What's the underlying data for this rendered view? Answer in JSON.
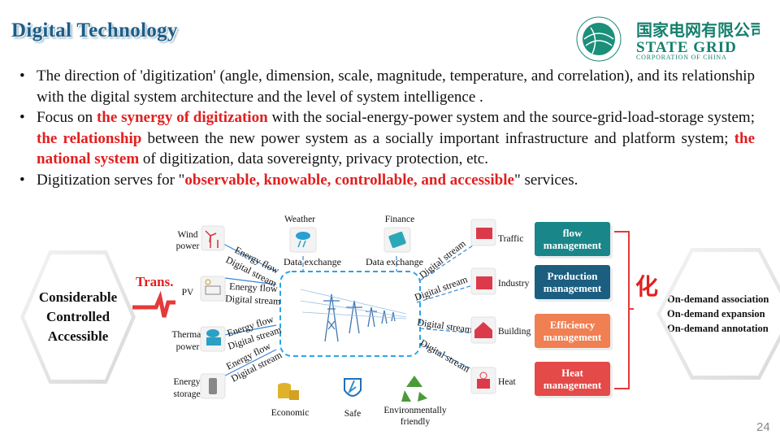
{
  "title": "Digital Technology",
  "logo": {
    "cn": "国家电网有限公司",
    "en1": "STATE GRID",
    "en2": "CORPORATION OF CHINA"
  },
  "bullets": [
    {
      "parts": [
        {
          "t": "The direction of 'digitization' (angle, dimension, scale, magnitude, temperature, and correlation), and its relationship with the digital system architecture and the level of system intelligence ."
        }
      ]
    },
    {
      "parts": [
        {
          "t": "Focus on "
        },
        {
          "t": "the synergy of digitization",
          "red": true
        },
        {
          "t": " with the social-energy-power system and the source-grid-load-storage system; "
        },
        {
          "t": "the relationship",
          "red": true
        },
        {
          "t": " between the new power system as a socially important infrastructure and platform system; "
        },
        {
          "t": "the national system",
          "red": true
        },
        {
          "t": " of digitization, data sovereignty, privacy protection, etc."
        }
      ]
    },
    {
      "parts": [
        {
          "t": "Digitization serves for \""
        },
        {
          "t": "observable, knowable, controllable, and accessible",
          "red": true
        },
        {
          "t": "\" services."
        }
      ]
    }
  ],
  "left_hex": [
    "Considerable",
    "Controlled",
    "Accessible"
  ],
  "trans": "Trans.",
  "sources": [
    {
      "l1": "Wind",
      "l2": "power"
    },
    {
      "l1": "PV",
      "l2": ""
    },
    {
      "l1": "Thermal",
      "l2": "power"
    },
    {
      "l1": "Energy",
      "l2": "storage"
    }
  ],
  "flow_labels": {
    "energy": "Energy flow",
    "digital": "Digital stream",
    "exchange": "Data exchange"
  },
  "top": [
    "Weather",
    "Finance"
  ],
  "bottom": [
    "Economic",
    "Safe",
    "Environmentally",
    "friendly"
  ],
  "loads": [
    "Traffic",
    "Industry",
    "Building",
    "Heat"
  ],
  "management": [
    {
      "l1": "flow",
      "l2": "management",
      "color": "#19868a"
    },
    {
      "l1": "Production",
      "l2": "management",
      "color": "#1c5e80"
    },
    {
      "l1": "Efficiency",
      "l2": "management",
      "color": "#f07f52"
    },
    {
      "l1": "Heat",
      "l2": "management",
      "color": "#e34a48"
    }
  ],
  "hua": "化",
  "right_hex": [
    "On-demand association",
    "On-demand expansion",
    "On-demand annotation"
  ],
  "page_number": "24"
}
